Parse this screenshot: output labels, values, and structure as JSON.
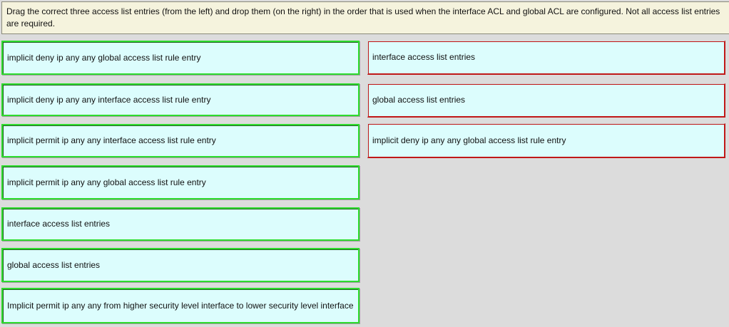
{
  "instructions": "Drag the correct three access list entries (from the left) and drop them (on the right) in the order that is used when the interface ACL and global ACL are configured. Not all access list entries are required.",
  "source_items": [
    "implicit deny ip any any global access list rule entry",
    "implicit deny ip any any interface access list rule entry",
    "implicit permit ip any any interface access list rule entry",
    "implicit permit ip any any global access list rule entry",
    "interface access list entries",
    "global access list entries",
    "Implicit permit ip any any from higher security level interface to lower security level interface"
  ],
  "target_items": [
    "interface access list entries",
    "global access list entries",
    "implicit deny ip any any global access list rule entry"
  ]
}
